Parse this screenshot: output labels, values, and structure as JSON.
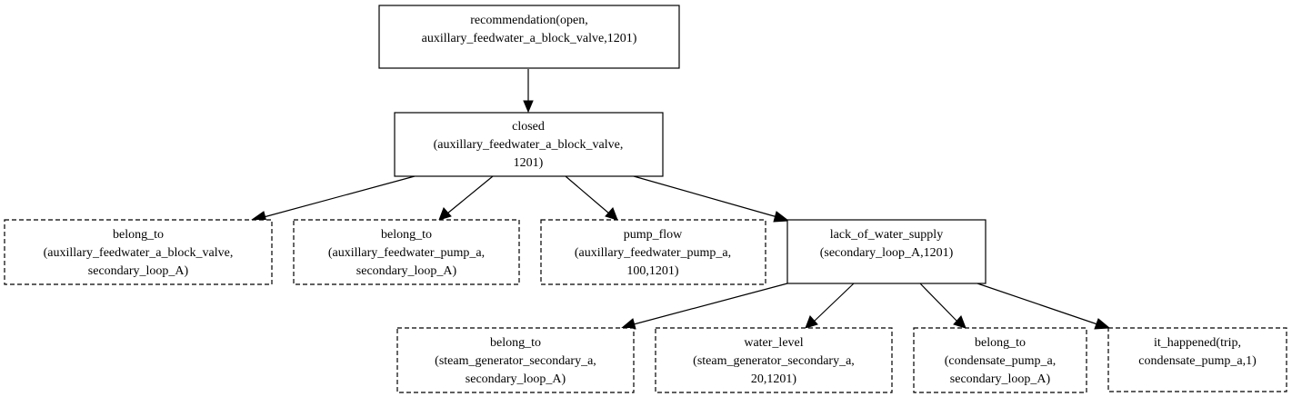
{
  "nodes": {
    "n0": [
      "recommendation(open,",
      "auxillary_feedwater_a_block_valve,1201)"
    ],
    "n1": [
      "closed",
      "(auxillary_feedwater_a_block_valve,",
      "1201)"
    ],
    "n2": [
      "belong_to",
      "(auxillary_feedwater_a_block_valve,",
      "secondary_loop_A)"
    ],
    "n3": [
      "belong_to",
      "(auxillary_feedwater_pump_a,",
      "secondary_loop_A)"
    ],
    "n4": [
      "pump_flow",
      "(auxillary_feedwater_pump_a,",
      "100,1201)"
    ],
    "n5": [
      "lack_of_water_supply",
      "(secondary_loop_A,1201)"
    ],
    "n6": [
      "belong_to",
      "(steam_generator_secondary_a,",
      "secondary_loop_A)"
    ],
    "n7": [
      "water_level",
      "(steam_generator_secondary_a,",
      "20,1201)"
    ],
    "n8": [
      "belong_to",
      "(condensate_pump_a,",
      "secondary_loop_A)"
    ],
    "n9": [
      "it_happened(trip,",
      "condensate_pump_a,1)"
    ]
  }
}
